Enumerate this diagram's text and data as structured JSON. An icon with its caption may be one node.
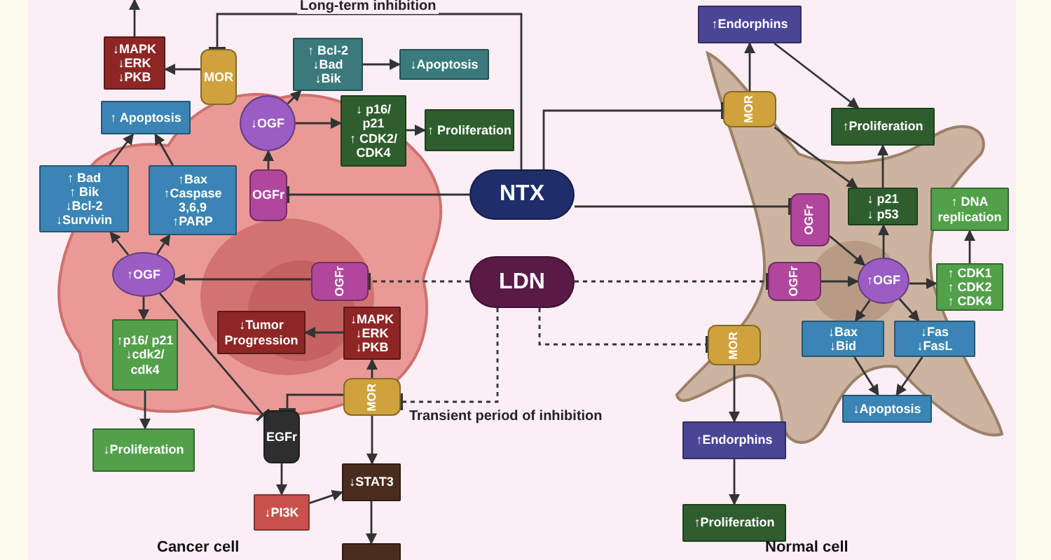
{
  "diagram": {
    "nodes": [
      {
        "text": [
          "↓MAPK",
          "↓ERK",
          "↓PKB"
        ]
      },
      {
        "text": [
          "MOR"
        ]
      },
      {
        "text": [
          "↑ Bcl-2",
          "↓Bad",
          "↓Bik"
        ]
      },
      {
        "text": [
          "↓Apoptosis"
        ]
      },
      {
        "text": [
          "↑ Apoptosis"
        ]
      },
      {
        "text": [
          "↓OGF"
        ]
      },
      {
        "text": [
          "↓ p16/ p21",
          "↑ CDK2/ CDK4"
        ]
      },
      {
        "text": [
          "↑ Proliferation"
        ]
      },
      {
        "text": [
          "↑ Bad",
          "↑ Bik",
          "↓Bcl-2",
          "↓Survivin"
        ]
      },
      {
        "text": [
          "↑Bax",
          "↑Caspase 3,6,9",
          "↑PARP"
        ]
      },
      {
        "text": [
          "OGFr"
        ]
      },
      {
        "text": [
          "NTX"
        ]
      },
      {
        "text": [
          "↑OGF"
        ]
      },
      {
        "text": [
          "OGFr"
        ]
      },
      {
        "text": [
          "LDN"
        ]
      },
      {
        "text": [
          "↑p16/ p21",
          "↓cdk2/ cdk4"
        ]
      },
      {
        "text": [
          "↓Tumor Progression"
        ]
      },
      {
        "text": [
          "↓MAPK",
          "↓ERK",
          "↓PKB"
        ]
      },
      {
        "text": [
          "MOR"
        ]
      },
      {
        "text": [
          "↓Proliferation"
        ]
      },
      {
        "text": [
          "EGFr"
        ]
      },
      {
        "text": [
          "↓PI3K"
        ]
      },
      {
        "text": [
          "↓STAT3"
        ]
      },
      {
        "text": [],
        "shape": "box"
      },
      {
        "text": [
          "↑Endorphins"
        ]
      },
      {
        "text": [
          "MOR"
        ]
      },
      {
        "text": [
          "↑Proliferation"
        ]
      },
      {
        "text": [
          "OGFr"
        ]
      },
      {
        "text": [
          "↓ p21",
          "↓ p53"
        ]
      },
      {
        "text": [
          "↑ DNA replication"
        ]
      },
      {
        "text": [
          "OGFr"
        ]
      },
      {
        "text": [
          "↑OGF"
        ]
      },
      {
        "text": [
          "↑ CDK1",
          "↑ CDK2",
          "↑ CDK4"
        ]
      },
      {
        "text": [
          "↓Bax",
          "↓Bid"
        ]
      },
      {
        "text": [
          "↓Fas",
          "↓FasL"
        ]
      },
      {
        "text": [
          "↓Apoptosis"
        ]
      },
      {
        "text": [
          "MOR"
        ]
      },
      {
        "text": [
          "↑Endorphins"
        ]
      },
      {
        "text": [
          "↑Proliferation"
        ]
      }
    ],
    "edges": [
      {
        "from": 0,
        "to": null,
        "arrow": "to"
      },
      {
        "from": 1,
        "to": 0,
        "arrow": "to"
      },
      {
        "from": 11,
        "to": 1,
        "arrow": "other",
        "label": "Long-term inhibition"
      },
      {
        "from": 5,
        "to": 2,
        "arrow": "to"
      },
      {
        "from": 2,
        "to": 3,
        "arrow": "to"
      },
      {
        "from": 5,
        "to": 6,
        "arrow": "to"
      },
      {
        "from": 6,
        "to": 7,
        "arrow": "to"
      },
      {
        "from": 10,
        "to": 5,
        "arrow": "to"
      },
      {
        "from": 11,
        "to": 10,
        "arrow": "other"
      },
      {
        "from": 8,
        "to": 4,
        "arrow": "to"
      },
      {
        "from": 9,
        "to": 4,
        "arrow": "to"
      },
      {
        "from": 12,
        "to": 8,
        "arrow": "to"
      },
      {
        "from": 12,
        "to": 9,
        "arrow": "to"
      },
      {
        "from": 13,
        "to": 12,
        "arrow": "to"
      },
      {
        "from": 14,
        "to": 13,
        "arrow": "other",
        "style": "dashed"
      },
      {
        "from": 12,
        "to": 15,
        "arrow": "to"
      },
      {
        "from": 15,
        "to": 19,
        "arrow": "to"
      },
      {
        "from": 17,
        "to": 16,
        "arrow": "to"
      },
      {
        "from": 18,
        "to": 17,
        "arrow": "to"
      },
      {
        "from": 12,
        "to": 20,
        "arrow": "other"
      },
      {
        "from": 18,
        "to": 20,
        "arrow": "other"
      },
      {
        "from": 14,
        "to": 18,
        "arrow": "other",
        "style": "dashed",
        "label": "Transient period of inhibition"
      },
      {
        "from": 18,
        "to": 22,
        "arrow": "to"
      },
      {
        "from": 20,
        "to": 21,
        "arrow": "to"
      },
      {
        "from": 21,
        "to": 22,
        "arrow": "to"
      },
      {
        "from": 22,
        "to": 23,
        "arrow": "to"
      },
      {
        "from": 11,
        "to": 25,
        "arrow": "other"
      },
      {
        "from": 11,
        "to": 27,
        "arrow": "other"
      },
      {
        "from": 25,
        "to": 24,
        "arrow": "to"
      },
      {
        "from": 24,
        "to": 26,
        "arrow": "to"
      },
      {
        "from": 25,
        "to": 28,
        "arrow": "to"
      },
      {
        "from": 28,
        "to": 26,
        "arrow": "to"
      },
      {
        "from": 27,
        "to": 31,
        "arrow": "to"
      },
      {
        "from": 14,
        "to": 30,
        "arrow": "other",
        "style": "dashed"
      },
      {
        "from": 30,
        "to": 31,
        "arrow": "to"
      },
      {
        "from": 31,
        "to": 28,
        "arrow": "to"
      },
      {
        "from": 31,
        "to": 32,
        "arrow": "to"
      },
      {
        "from": 32,
        "to": 29,
        "arrow": "to"
      },
      {
        "from": 31,
        "to": 33,
        "arrow": "to"
      },
      {
        "from": 31,
        "to": 34,
        "arrow": "to"
      },
      {
        "from": 33,
        "to": 35,
        "arrow": "to"
      },
      {
        "from": 34,
        "to": 35,
        "arrow": "to"
      },
      {
        "from": 14,
        "to": 36,
        "arrow": "other",
        "style": "dashed"
      },
      {
        "from": 36,
        "to": 37,
        "arrow": "to"
      },
      {
        "from": 37,
        "to": 38,
        "arrow": "to"
      }
    ],
    "labels": [
      "Cancer cell",
      "Normal cell"
    ]
  }
}
